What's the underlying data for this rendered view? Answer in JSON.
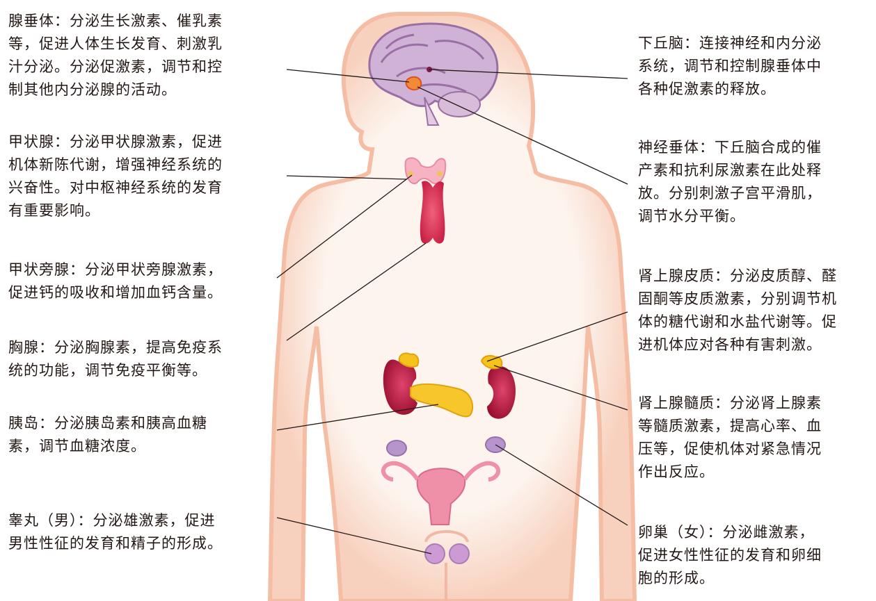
{
  "left_labels": {
    "pituitary": "腺垂体：分泌生长激素、催乳素\n等，促进人体生长发育、刺激乳\n汁分泌。分泌促激素，调节和控\n制其他内分泌腺的活动。",
    "thyroid": "甲状腺：分泌甲状腺激素，促进\n机体新陈代谢，增强神经系统的\n兴奋性。对中枢神经系统的发育\n有重要影响。",
    "parathyroid": "甲状旁腺：分泌甲状旁腺激素，\n促进钙的吸收和增加血钙含量。",
    "thymus": "胸腺：分泌胸腺素，提高免疫系\n统的功能，调节免疫平衡等。",
    "pancreatic_islet": "胰岛：分泌胰岛素和胰高血糖\n素，调节血糖浓度。",
    "testis": "睾丸（男）：分泌雄激素，促进\n男性性征的发育和精子的形成。"
  },
  "right_labels": {
    "hypothalamus": "下丘脑：连接神经和内分泌\n系统，调节和控制腺垂体中\n各种促激素的释放。",
    "neurohypophysis": "神经垂体：下丘脑合成的催\n产素和抗利尿激素在此处释\n放。分别刺激子宫平滑肌，\n调节水分平衡。",
    "adrenal_cortex": "肾上腺皮质：分泌皮质醇、醛\n固酮等皮质激素，分别调节机\n体的糖代谢和水盐代谢等。促\n进机体应对各种有害刺激。",
    "adrenal_medulla": "肾上腺髓质：分泌肾上腺素\n等髓质激素，提高心率、血\n压等，促使机体对紧急情况\n作出反应。",
    "ovary": "卵巢（女）：分泌雌激素，\n促进女性性征的发育和卵细\n胞的形成。"
  },
  "colors": {
    "body_outline": "#f2a58a",
    "body_fill": "#fdf1ea",
    "brain": "#b57fb0",
    "thyroid": "#f39cb0",
    "thymus": "#d9304f",
    "kidney": "#b5173a",
    "gland_yellow": "#f6c21c",
    "uterus": "#e06a8c",
    "ovary": "#b084c4",
    "leader_line": "#231815"
  }
}
